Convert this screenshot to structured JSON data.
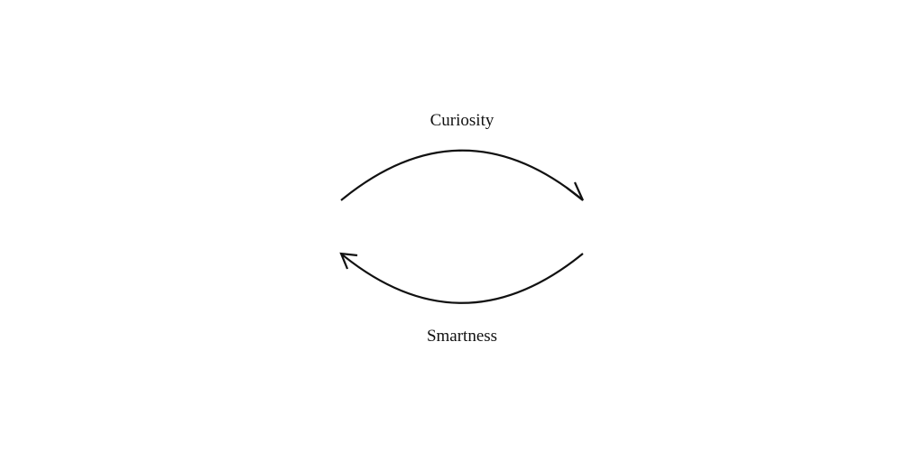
{
  "diagram": {
    "type": "cycle",
    "nodes": {
      "top": {
        "label": "Curiosity"
      },
      "bottom": {
        "label": "Smartness"
      }
    },
    "edges": [
      {
        "from": "left",
        "to": "right",
        "position": "top-arc",
        "label": "Curiosity"
      },
      {
        "from": "right",
        "to": "left",
        "position": "bottom-arc",
        "label": "Smartness"
      }
    ],
    "stroke_color": "#111111",
    "background": "#ffffff"
  }
}
